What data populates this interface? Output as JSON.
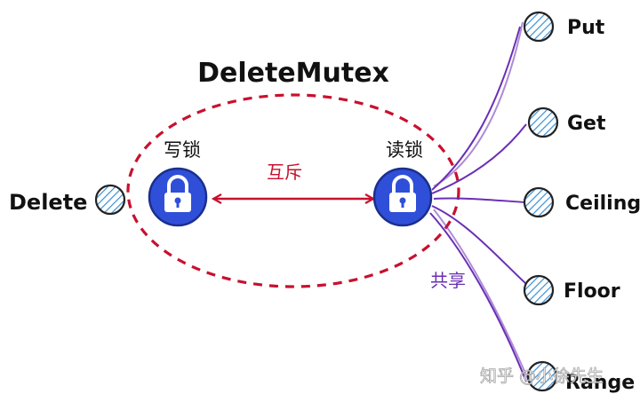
{
  "diagram": {
    "title": "DeleteMutex",
    "write_lock_label": "写锁",
    "read_lock_label": "读锁",
    "mutex_label": "互斥",
    "shared_label": "共享",
    "left_operation": "Delete",
    "right_operations": [
      "Put",
      "Get",
      "Ceiling",
      "Floor",
      "Range"
    ],
    "watermark": "知乎 @小徐先生"
  },
  "colors": {
    "ellipse": "#c8102e",
    "mutex_arrow": "#c8102e",
    "shared_lines": "#6a2fb5",
    "lock_fill": "#2f4fd9",
    "node_hatch": "#3a8fd6"
  }
}
